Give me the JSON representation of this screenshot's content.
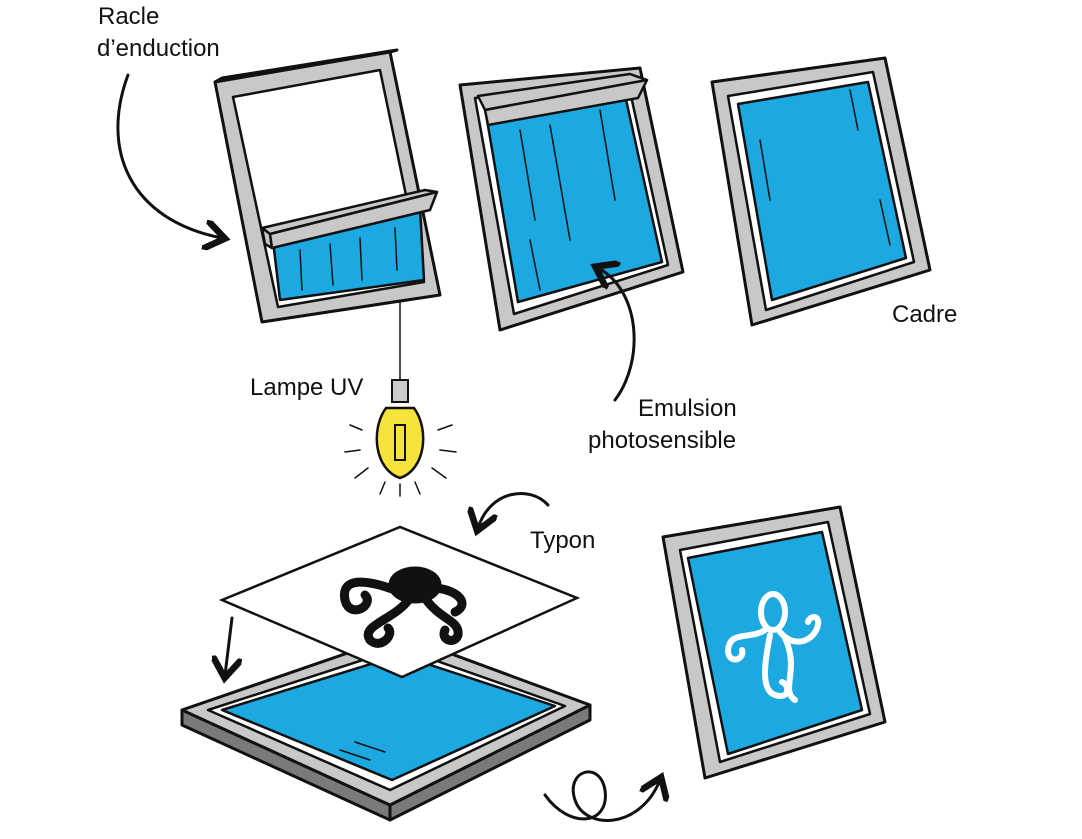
{
  "labels": {
    "squeegee_line1": "Racle",
    "squeegee_line2": "d’enduction",
    "frame": "Cadre",
    "uv_lamp": "Lampe UV",
    "emulsion_line1": "Emulsion",
    "emulsion_line2": "photosensible",
    "film": "Typon"
  },
  "colors": {
    "emulsion_blue": "#1ca8e0",
    "frame_gray": "#c8c8c8",
    "bulb_yellow": "#f7e43a"
  }
}
